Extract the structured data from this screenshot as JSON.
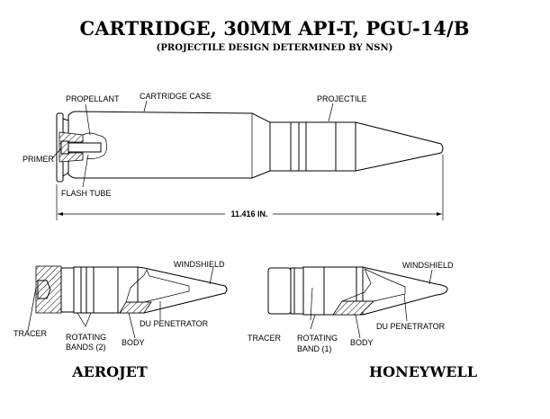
{
  "title": "CARTRIDGE, 30MM API-T, PGU-14/B",
  "subtitle": "(PROJECTILE DESIGN DETERMINED BY NSN)",
  "main_cartridge": {
    "labels": {
      "propellant": "PROPELLANT",
      "cartridge_case": "CARTRIDGE CASE",
      "projectile": "PROJECTILE",
      "primer": "PRIMER",
      "flash_tube": "FLASH TUBE"
    },
    "overall_length": "11.416 IN."
  },
  "aerojet": {
    "name": "AEROJET",
    "labels": {
      "windshield": "WINDSHIELD",
      "tracer": "TRACER",
      "rotating_1": "ROTATING",
      "rotating_2": "BANDS (2)",
      "body": "BODY",
      "du_penetrator": "DU PENETRATOR"
    }
  },
  "honeywell": {
    "name": "HONEYWELL",
    "labels": {
      "windshield": "WINDSHIELD",
      "tracer": "TRACER",
      "rotating_1": "ROTATING",
      "rotating_2": "BAND (1)",
      "body": "BODY",
      "du_penetrator": "DU PENETRATOR"
    }
  }
}
